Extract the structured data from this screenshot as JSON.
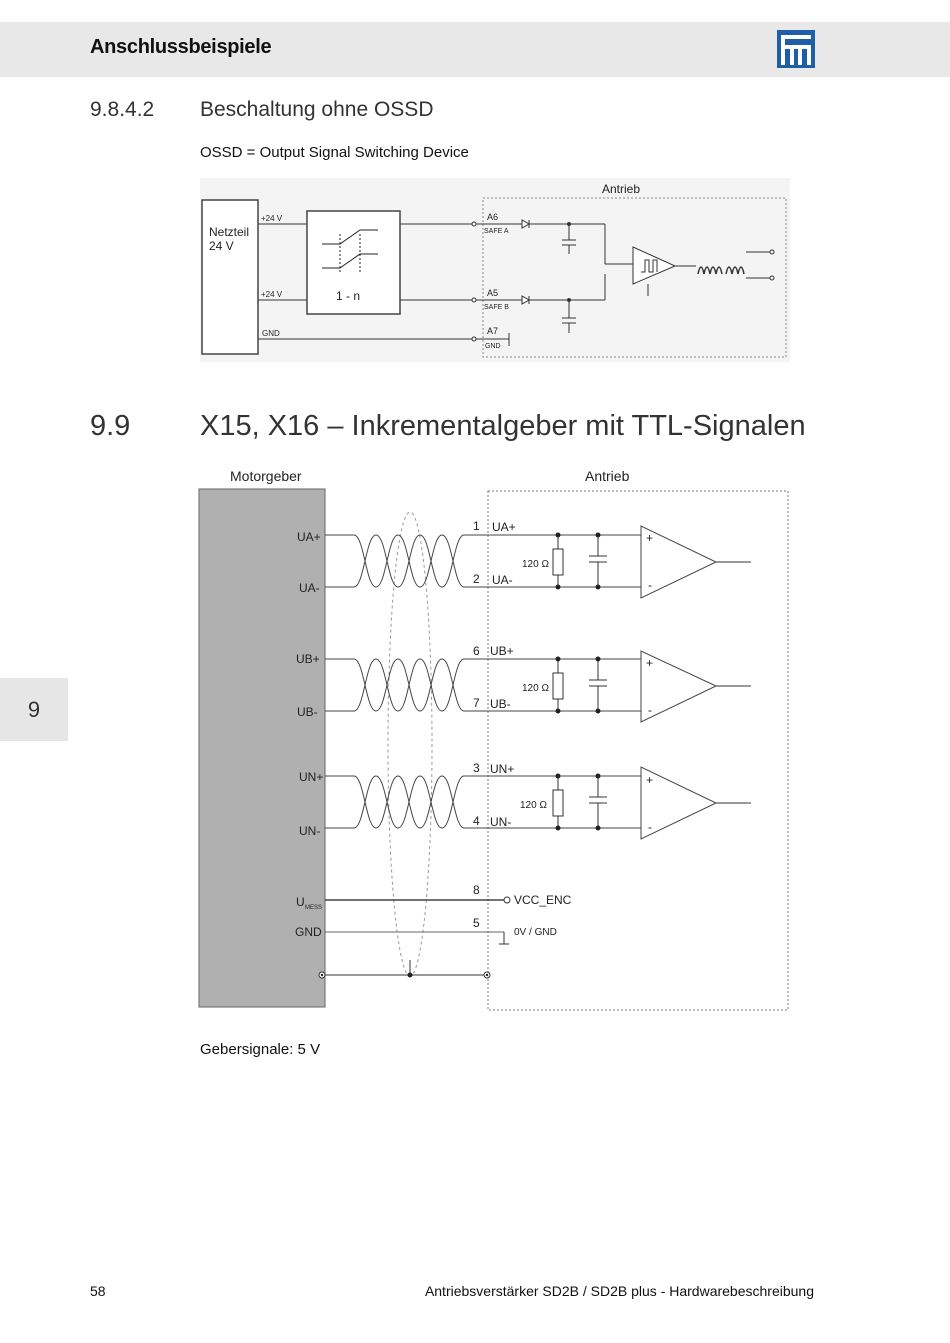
{
  "header": {
    "title": "Anschlussbeispiele"
  },
  "section_sub": {
    "number": "9.8.4.2",
    "title": "Beschaltung ohne OSSD"
  },
  "ossd_definition": "OSSD = Output Signal Switching Device",
  "diagram1": {
    "drive_label": "Antrieb",
    "psu_line1": "Netzteil",
    "psu_line2": "24 V",
    "v24_top": "+24 V",
    "v24_bottom": "+24 V",
    "gnd": "GND",
    "switch_label": "1 - n",
    "a6": "A6",
    "safe_a": "SAFE A",
    "a5": "A5",
    "safe_b": "SAFE B",
    "a7": "A7",
    "gnd_small": "GND"
  },
  "section_main": {
    "number": "9.9",
    "title": "X15, X16 – Inkrementalgeber mit TTL-Signalen"
  },
  "diagram2": {
    "encoder_label": "Motorgeber",
    "drive_label": "Antrieb",
    "ua_plus": "UA+",
    "ua_minus": "UA-",
    "ub_plus": "UB+",
    "ub_minus": "UB-",
    "un_plus": "UN+",
    "un_minus": "UN-",
    "u_mess_main": "U",
    "u_mess_sub": "MESS",
    "gnd": "GND",
    "pin1": "1",
    "pin2": "2",
    "pin6": "6",
    "pin7": "7",
    "pin3": "3",
    "pin4": "4",
    "pin8": "8",
    "pin5": "5",
    "sig_ua_plus": "UA+",
    "sig_ua_minus": "UA-",
    "sig_ub_plus": "UB+",
    "sig_ub_minus": "UB-",
    "sig_un_plus": "UN+",
    "sig_un_minus": "UN-",
    "res_a": "120 Ω",
    "res_b": "120 Ω",
    "res_n": "120 Ω",
    "plus": "+",
    "minus": "-",
    "vcc_enc": "VCC_ENC",
    "gnd_0v": "0V / GND"
  },
  "encoder_signals": "Gebersignale: 5 V",
  "side_tab": "9",
  "footer": {
    "page": "58",
    "title": "Antriebsverstärker SD2B / SD2B plus - Hardwarebeschreibung"
  },
  "colors": {
    "header_band": "#e8e8e8",
    "logo_blue": "#1f5fa8",
    "encoder_box": "#b0b0b0"
  }
}
